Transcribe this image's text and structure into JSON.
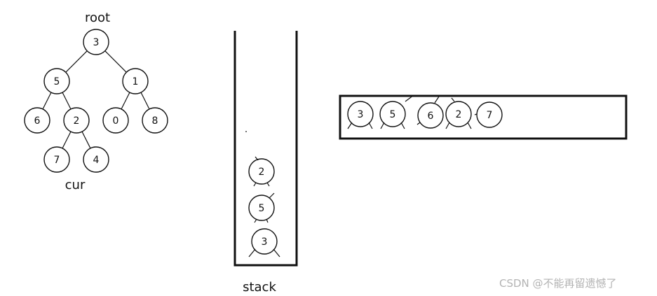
{
  "labels": {
    "root": "root",
    "cur": "cur",
    "stack": "stack"
  },
  "watermark": "CSDN @不能再留遗憾了",
  "tree": {
    "nodes": [
      {
        "id": "n3",
        "value": "3"
      },
      {
        "id": "n5",
        "value": "5"
      },
      {
        "id": "n1",
        "value": "1"
      },
      {
        "id": "n6",
        "value": "6"
      },
      {
        "id": "n2",
        "value": "2"
      },
      {
        "id": "n0",
        "value": "0"
      },
      {
        "id": "n8",
        "value": "8"
      },
      {
        "id": "n7",
        "value": "7"
      },
      {
        "id": "n4",
        "value": "4"
      }
    ],
    "edges": [
      [
        "n3",
        "n5"
      ],
      [
        "n3",
        "n1"
      ],
      [
        "n5",
        "n6"
      ],
      [
        "n5",
        "n2"
      ],
      [
        "n1",
        "n0"
      ],
      [
        "n1",
        "n8"
      ],
      [
        "n2",
        "n7"
      ],
      [
        "n2",
        "n4"
      ]
    ]
  },
  "stack": {
    "items_top_to_bottom": [
      "2",
      "5",
      "3"
    ]
  },
  "output_sequence": [
    "3",
    "5",
    "6",
    "2",
    "7"
  ],
  "colors": {
    "stroke": "#111111",
    "watermark": "#b3b3b3"
  }
}
